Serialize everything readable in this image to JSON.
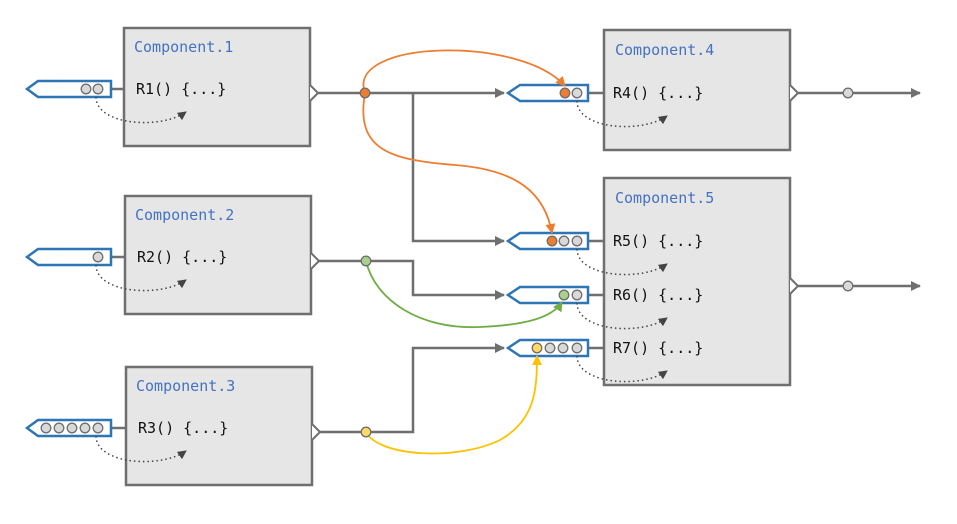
{
  "components": [
    {
      "id": "c1",
      "title": "Component.1",
      "funcs": [
        "R1() {...}"
      ]
    },
    {
      "id": "c2",
      "title": "Component.2",
      "funcs": [
        "R2() {...}"
      ]
    },
    {
      "id": "c3",
      "title": "Component.3",
      "funcs": [
        "R3() {...}"
      ]
    },
    {
      "id": "c4",
      "title": "Component.4",
      "funcs": [
        "R4() {...}"
      ]
    },
    {
      "id": "c5",
      "title": "Component.5",
      "funcs": [
        "R5() {...}",
        "R6() {...}",
        "R7() {...}"
      ]
    }
  ],
  "colors": {
    "box_fill": "#e6e6e6",
    "box_stroke": "#6f6f6f",
    "title": "#4472c4",
    "queue_stroke": "#2e75b6",
    "wire": "#6f6f6f",
    "message_default": "#d9d9d9",
    "message_orange": "#ed7d31",
    "message_green": "#a9d18e",
    "message_yellow": "#ffd966",
    "flow_orange": "#ed7d31",
    "flow_green": "#70ad47",
    "flow_yellow": "#ffc000"
  },
  "queues": [
    {
      "name": "R1",
      "slots": [
        "default",
        "default"
      ]
    },
    {
      "name": "R2",
      "slots": [
        "default"
      ]
    },
    {
      "name": "R3",
      "slots": [
        "default",
        "default",
        "default",
        "default",
        "default"
      ]
    },
    {
      "name": "R4",
      "slots": [
        "orange",
        "default"
      ]
    },
    {
      "name": "R5",
      "slots": [
        "orange",
        "default",
        "default"
      ]
    },
    {
      "name": "R6",
      "slots": [
        "green",
        "default"
      ]
    },
    {
      "name": "R7",
      "slots": [
        "yellow",
        "default",
        "default",
        "default"
      ]
    }
  ]
}
